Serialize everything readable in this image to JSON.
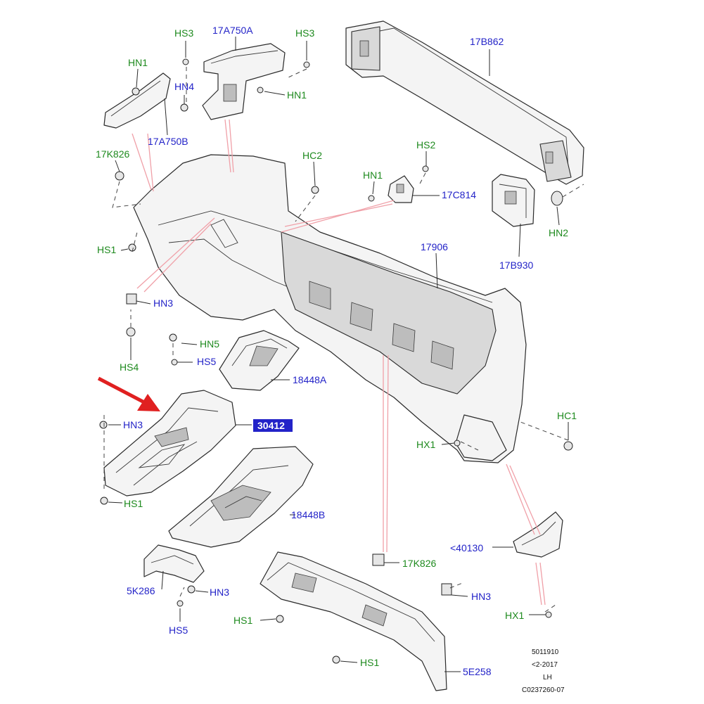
{
  "labels": {
    "hs3_a": "HS3",
    "17a750a": "17A750A",
    "hs3_b": "HS3",
    "17b862": "17B862",
    "hn1_a": "HN1",
    "hn4": "HN4",
    "hn1_b": "HN1",
    "17a750b": "17A750B",
    "17k826_a": "17K826",
    "hc2": "HC2",
    "hs2": "HS2",
    "hn1_c": "HN1",
    "17c814": "17C814",
    "hn2": "HN2",
    "17b930": "17B930",
    "hs1_a": "HS1",
    "17906": "17906",
    "hn3_a": "HN3",
    "hn5": "HN5",
    "hs4": "HS4",
    "hs5_a": "HS5",
    "18448a": "18448A",
    "hn3_b": "HN3",
    "highlight_part": "30412",
    "hc1": "HC1",
    "hx1_a": "HX1",
    "hs1_b": "HS1",
    "18448b": "18448B",
    "40130": "<40130",
    "17k826_b": "17K826",
    "5k286": "5K286",
    "hn3_c": "HN3",
    "hn3_d": "HN3",
    "hs5_b": "HS5",
    "hs1_c": "HS1",
    "hx1_b": "HX1",
    "hs1_d": "HS1",
    "5e258": "5E258"
  },
  "colors": {
    "fastener_label": "#1e8a1e",
    "part_label": "#2323c8",
    "highlight_box": "#2323c8",
    "pointer_arrow": "#e02020",
    "leader_pink": "#f0a0a8"
  },
  "footer": {
    "line1": "5011910",
    "line2": "<2-2017",
    "line3": "LH",
    "line4": "C0237260-07"
  }
}
